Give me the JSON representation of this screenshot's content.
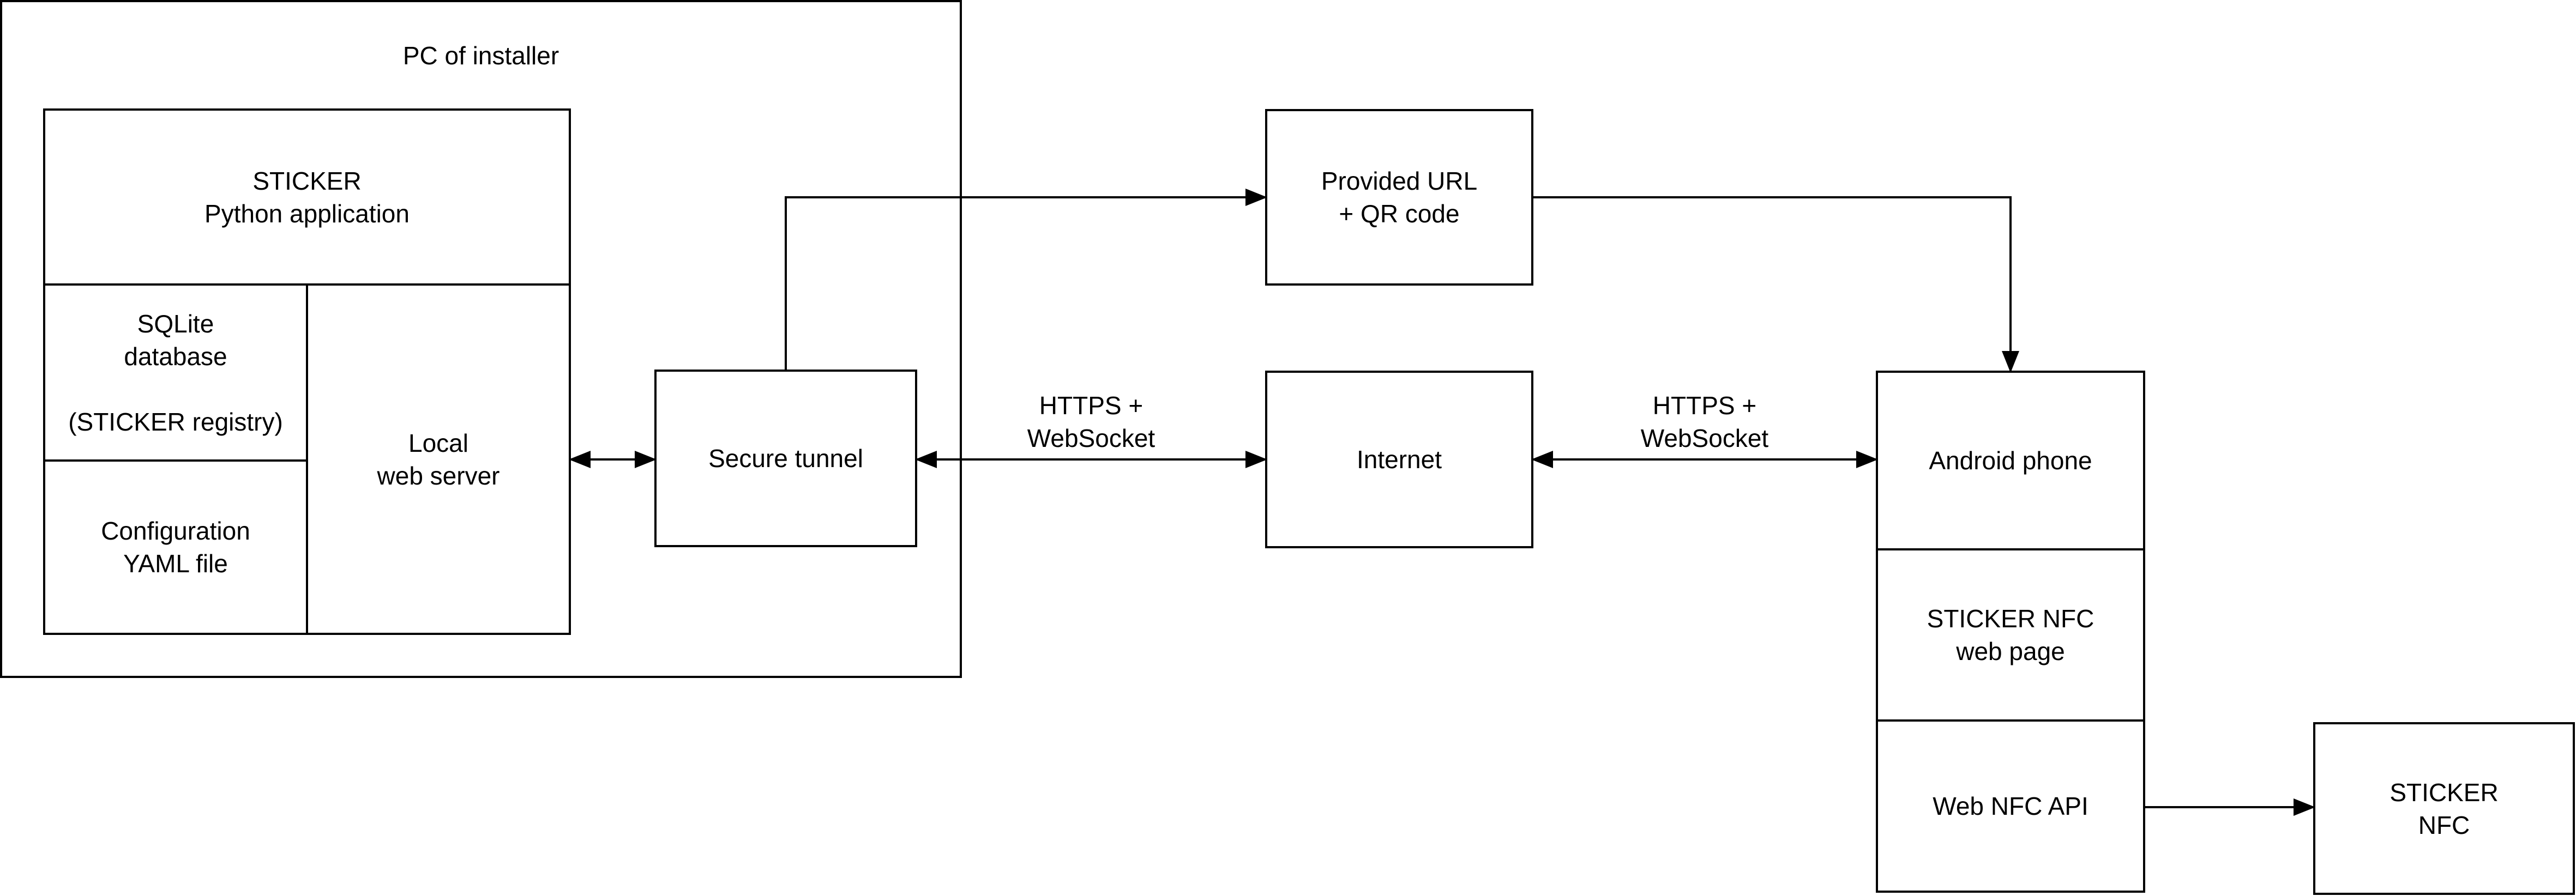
{
  "diagram": {
    "colors": {
      "stroke": "#000000",
      "box_fill": "#ffffff",
      "background": "#ffffff",
      "text": "#000000"
    },
    "nodes": {
      "pc_group": {
        "label": "PC of installer"
      },
      "sticker_app": {
        "label": "STICKER\nPython application"
      },
      "sqlite_db": {
        "label": "SQLite\ndatabase\n\n(STICKER registry)"
      },
      "config_yaml": {
        "label": "Configuration\nYAML file"
      },
      "local_web_server": {
        "label": "Local\nweb server"
      },
      "secure_tunnel": {
        "label": "Secure tunnel"
      },
      "provided_url": {
        "label": "Provided URL\n+ QR code"
      },
      "internet": {
        "label": "Internet"
      },
      "android_phone": {
        "label": "Android phone"
      },
      "sticker_nfc_web_page": {
        "label": "STICKER NFC\nweb page"
      },
      "web_nfc_api": {
        "label": "Web NFC API"
      },
      "sticker_nfc": {
        "label": "STICKER\nNFC"
      }
    },
    "edge_labels": {
      "tunnel_internet": {
        "label": "HTTPS +\nWebSocket"
      },
      "internet_phone": {
        "label": "HTTPS +\nWebSocket"
      }
    }
  }
}
